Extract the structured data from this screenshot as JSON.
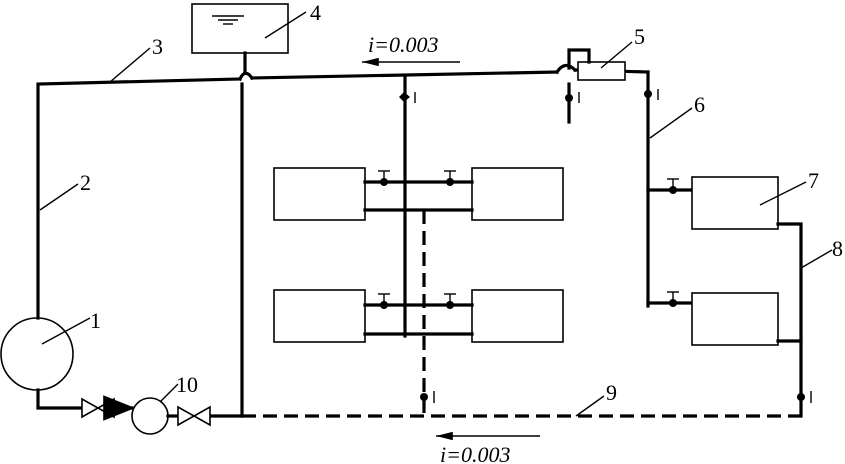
{
  "labels": {
    "boiler": "1",
    "supply_riser": "2",
    "main_supply": "3",
    "expansion_tank": "4",
    "air_vent": "5",
    "branch_riser": "6",
    "radiator": "7",
    "return_riser": "8",
    "return_main": "9",
    "pump": "10"
  },
  "slopes": {
    "supply": "i=0.003",
    "return": "i=0.003"
  }
}
